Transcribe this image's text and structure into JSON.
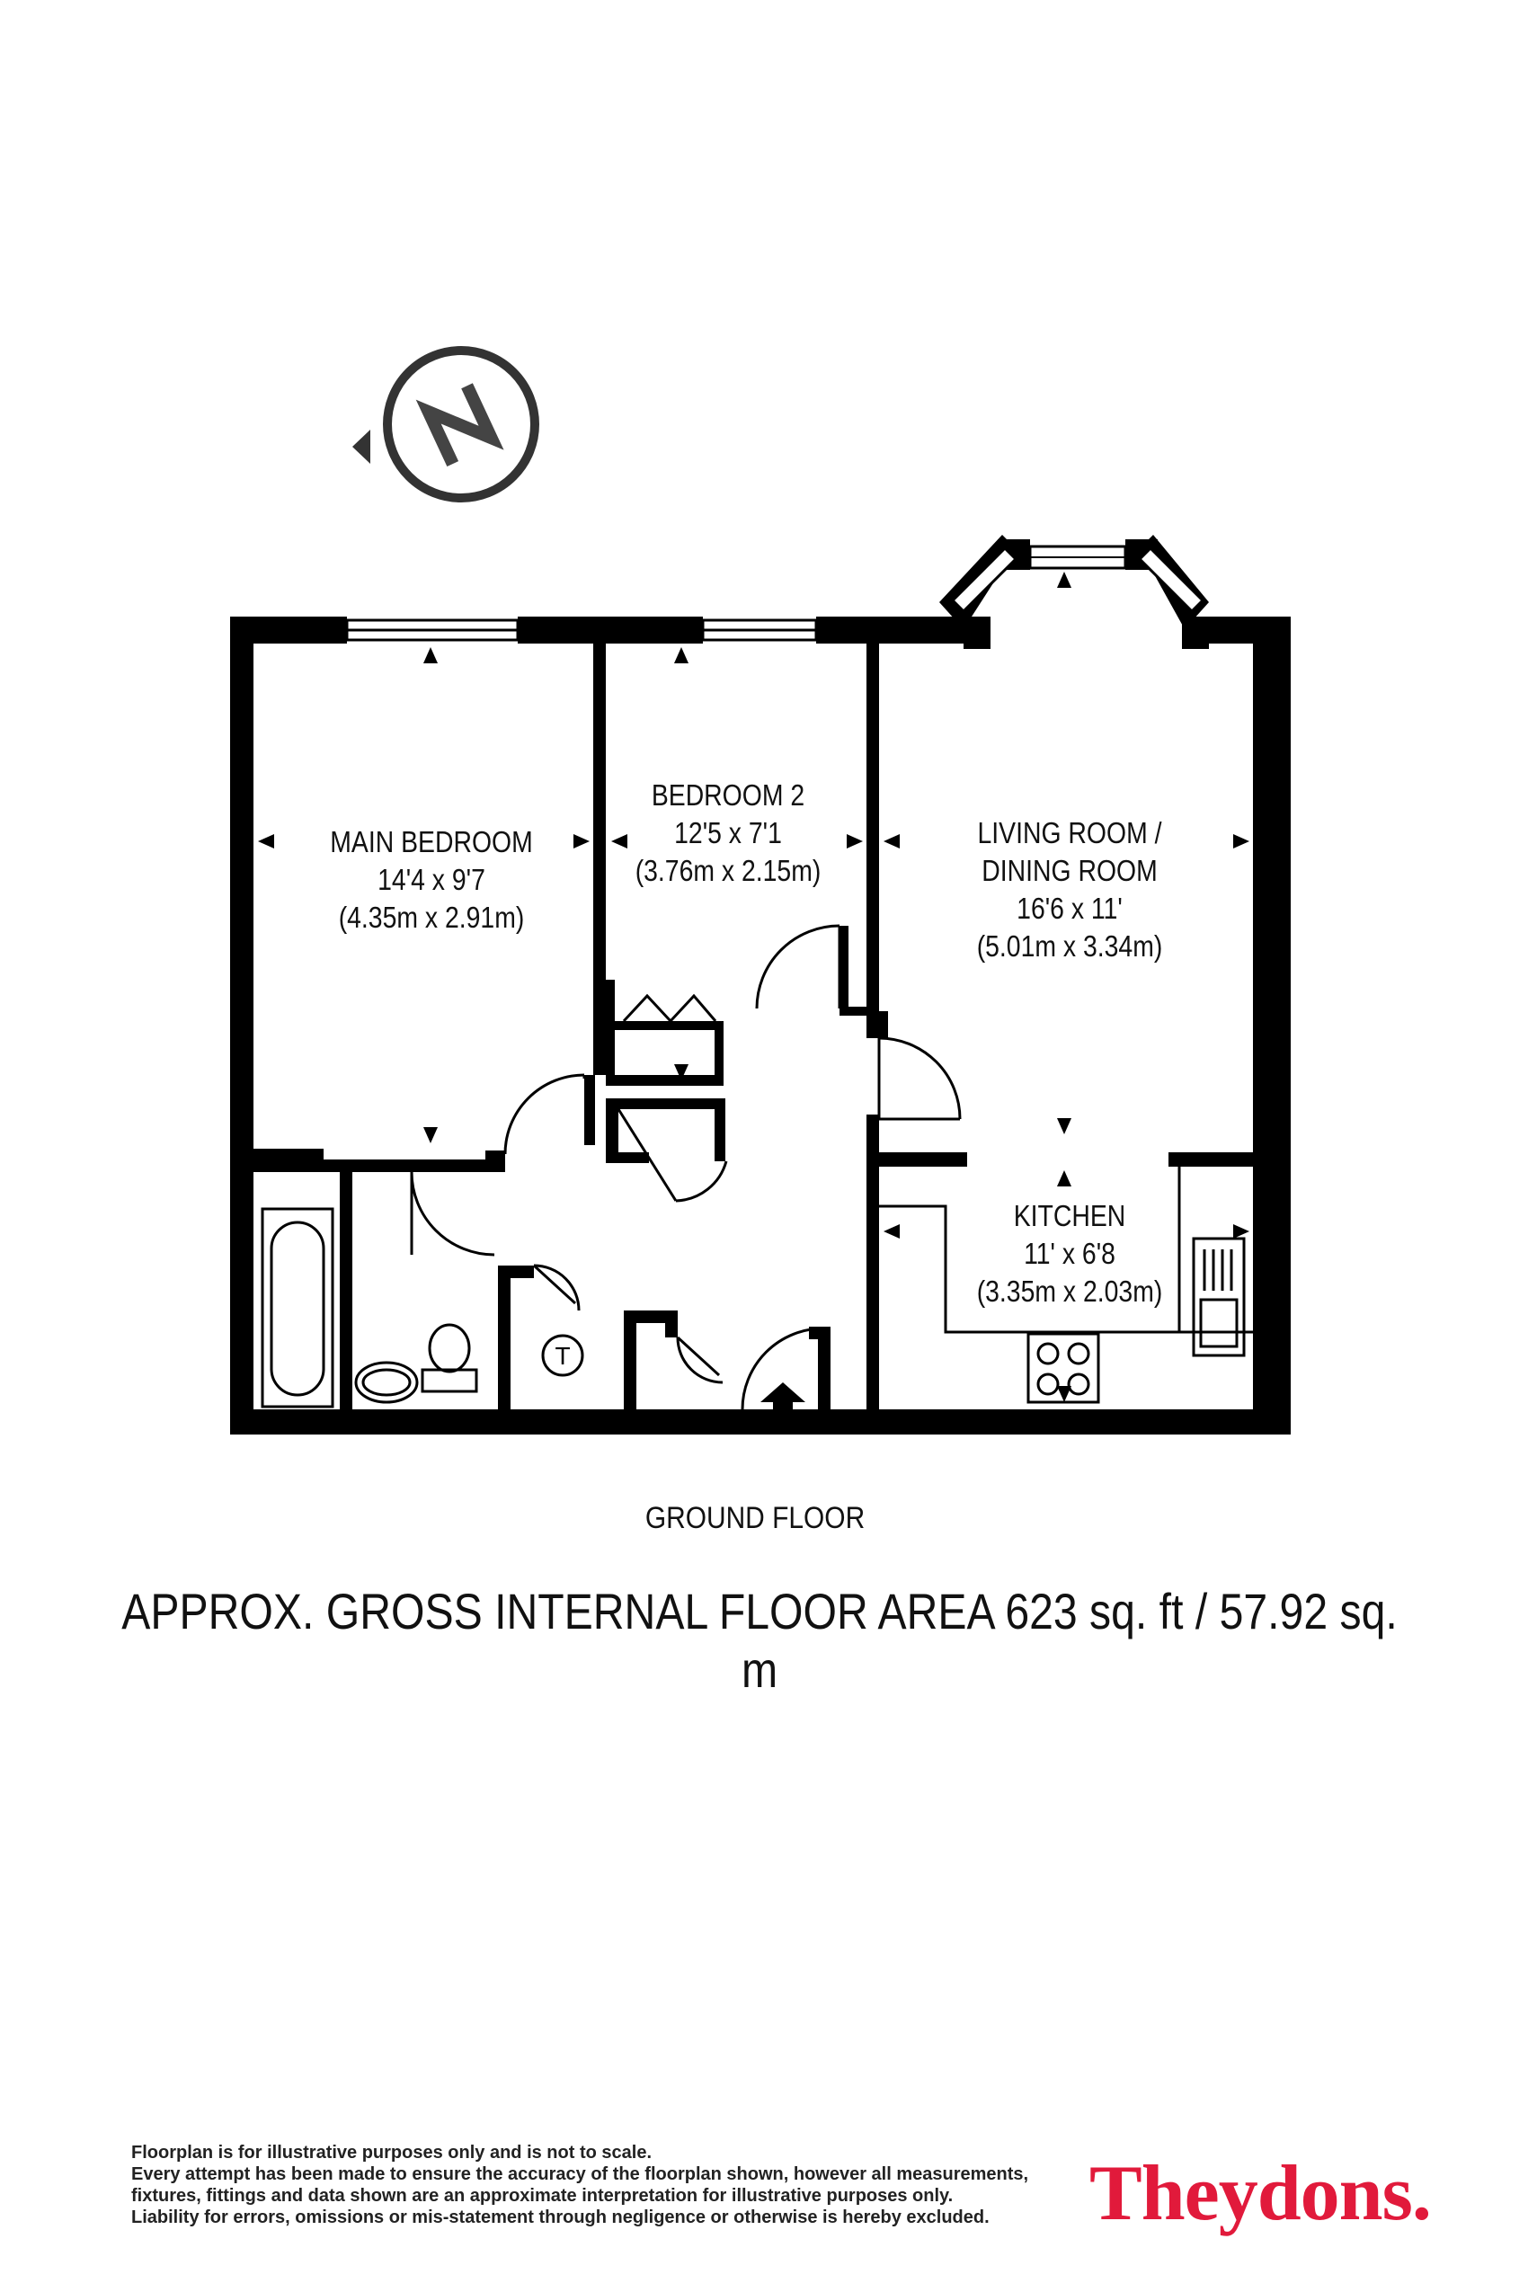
{
  "compass": {
    "letter": "N"
  },
  "rooms": [
    {
      "id": "main-bedroom",
      "name": "MAIN BEDROOM",
      "imperial": "14'4 x 9'7",
      "metric": "(4.35m x 2.91m)"
    },
    {
      "id": "bedroom-2",
      "name": "BEDROOM 2",
      "imperial": "12'5 x 7'1",
      "metric": "(3.76m x 2.15m)"
    },
    {
      "id": "living-room",
      "name": "LIVING ROOM /",
      "name2": "DINING ROOM",
      "imperial": "16'6 x 11'",
      "metric": "(5.01m x 3.34m)"
    },
    {
      "id": "kitchen",
      "name": "KITCHEN",
      "imperial": "11' x 6'8",
      "metric": "(3.35m x 2.03m)"
    }
  ],
  "symbols": {
    "tank_letter": "T"
  },
  "floor_label": "GROUND FLOOR",
  "area_text": "APPROX. GROSS INTERNAL FLOOR AREA 623 sq. ft / 57.92 sq. m",
  "disclaimer": [
    "Floorplan is for illustrative purposes only and is not to scale.",
    "Every attempt has been made to ensure the accuracy of the floorplan shown, however all measurements,",
    "fixtures, fittings and data shown are an approximate interpretation for illustrative purposes only.",
    "Liability for errors, omissions or mis-statement through negligence or otherwise is hereby excluded."
  ],
  "brand": "Theydons."
}
